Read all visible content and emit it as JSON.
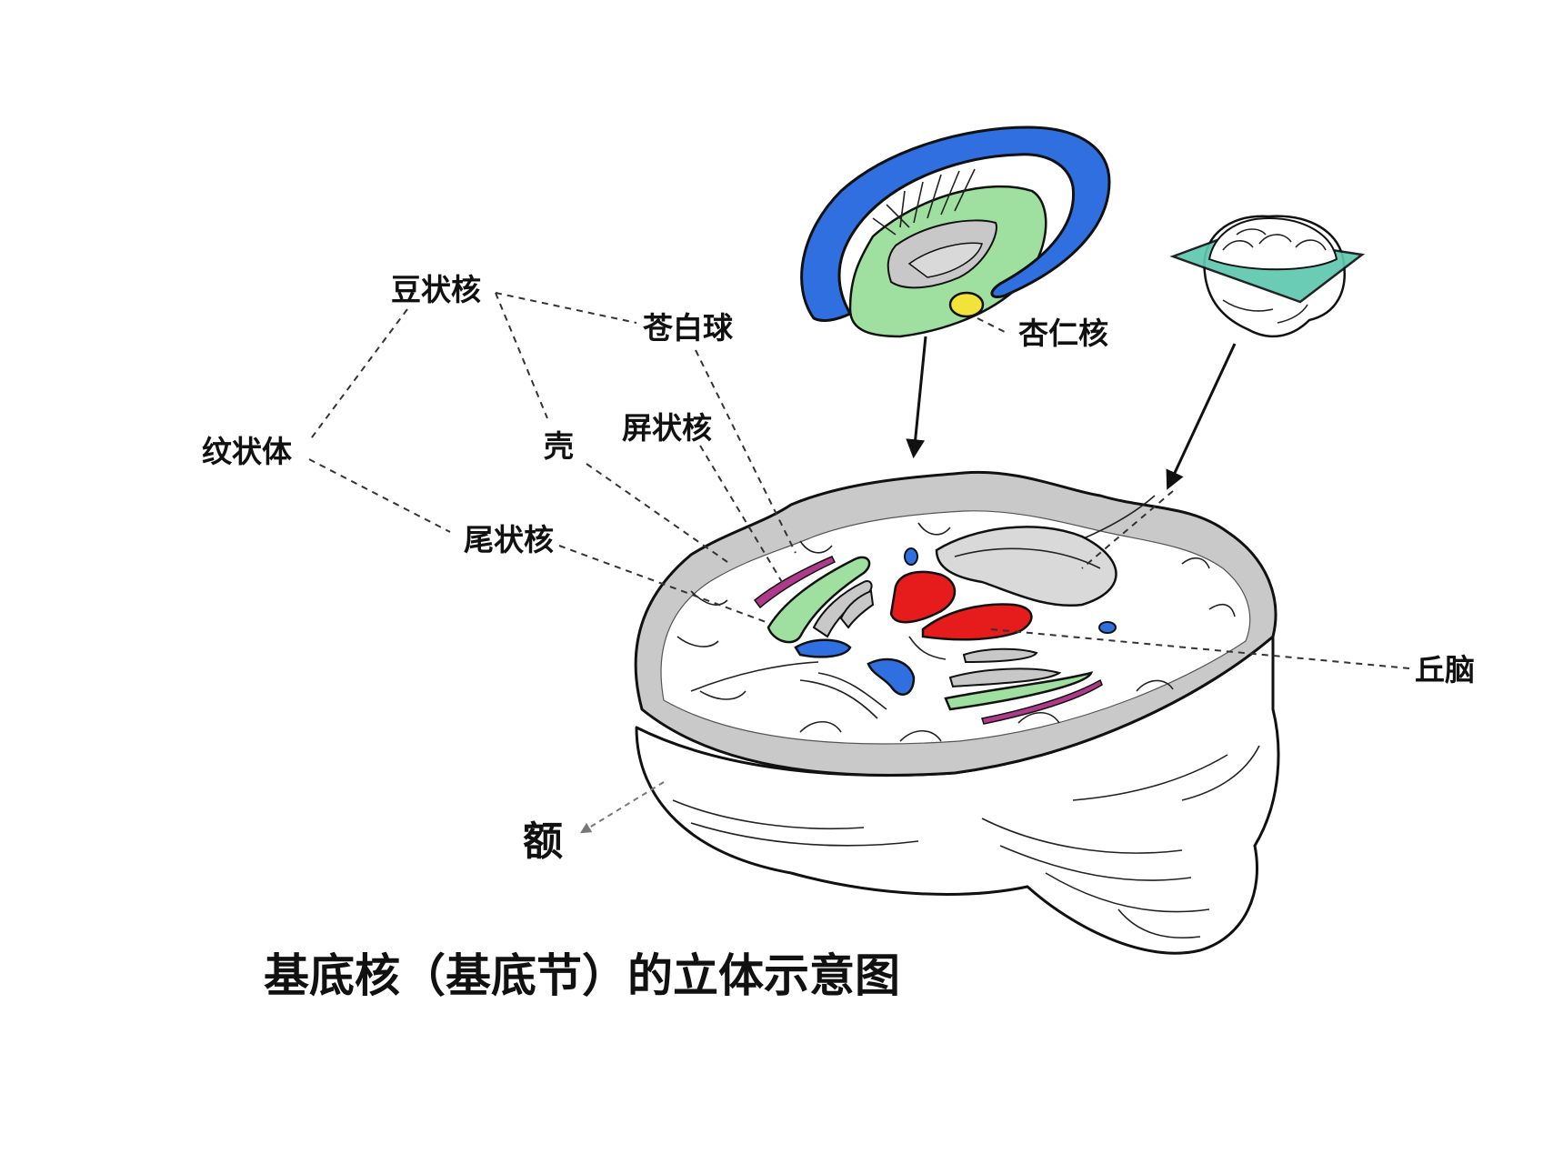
{
  "labels": {
    "lentiform_nucleus": "豆状核",
    "globus_pallidus": "苍白球",
    "amygdala": "杏仁核",
    "claustrum": "屏状核",
    "putamen": "壳",
    "striatum": "纹状体",
    "caudate_nucleus": "尾状核",
    "thalamus": "丘脑",
    "frontal": "额"
  },
  "title": "基底核（基底节）的立体示意图",
  "colors": {
    "caudate": "#2f6fe0",
    "putamen": "#9fe0a0",
    "globus_pallidus": "#c8c8c8",
    "amygdala": "#f2e33a",
    "thalamus": "#e61b1b",
    "claustrum": "#b03a8a",
    "gray_matter": "#c9c9c9",
    "slice_plane": "#5fc8b0"
  },
  "icons": [
    "basal-ganglia-3d-icon",
    "brain-slice-plane-icon",
    "brain-section-icon"
  ]
}
